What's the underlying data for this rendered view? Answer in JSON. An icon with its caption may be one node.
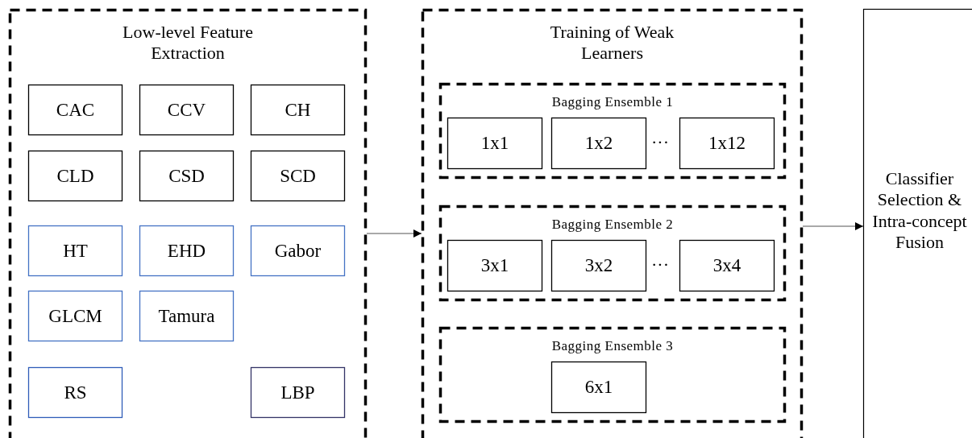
{
  "diagram": {
    "nodes": [
      {
        "text": [
          "Low-level Feature Extraction"
        ]
      },
      {
        "text": [
          "CAC"
        ],
        "in": 0
      },
      {
        "text": [
          "CCV"
        ],
        "in": 0
      },
      {
        "text": [
          "CH"
        ],
        "in": 0
      },
      {
        "text": [
          "CLD"
        ],
        "in": 0
      },
      {
        "text": [
          "CSD"
        ],
        "in": 0
      },
      {
        "text": [
          "SCD"
        ],
        "in": 0
      },
      {
        "text": [
          "HT"
        ],
        "in": 0
      },
      {
        "text": [
          "EHD"
        ],
        "in": 0
      },
      {
        "text": [
          "Gabor"
        ],
        "in": 0
      },
      {
        "text": [
          "GLCM"
        ],
        "in": 0
      },
      {
        "text": [
          "Tamura"
        ],
        "in": 0
      },
      {
        "text": [
          "RS"
        ],
        "in": 0
      },
      {
        "text": [
          "LBP"
        ],
        "in": 0
      },
      {
        "text": [
          "Training of Weak Learners"
        ]
      },
      {
        "text": [
          "Bagging Ensemble 1"
        ],
        "in": 14
      },
      {
        "text": [
          "1x1"
        ],
        "in": 15
      },
      {
        "text": [
          "1x2"
        ],
        "in": 15
      },
      {
        "text": [
          "1x12"
        ],
        "in": 15
      },
      {
        "text": [
          "Bagging Ensemble 2"
        ],
        "in": 14
      },
      {
        "text": [
          "3x1"
        ],
        "in": 19
      },
      {
        "text": [
          "3x2"
        ],
        "in": 19
      },
      {
        "text": [
          "3x4"
        ],
        "in": 19
      },
      {
        "text": [
          "Bagging Ensemble 3"
        ],
        "in": 14
      },
      {
        "text": [
          "6x1"
        ],
        "in": 23
      },
      {
        "text": [
          "Classifier Selection & Intra-concept Fusion"
        ]
      }
    ],
    "edges": [
      {
        "from": 0,
        "to": 14,
        "arrow": "to"
      },
      {
        "from": 14,
        "to": 25,
        "arrow": "to"
      }
    ],
    "labels": [
      "···",
      "···"
    ]
  }
}
